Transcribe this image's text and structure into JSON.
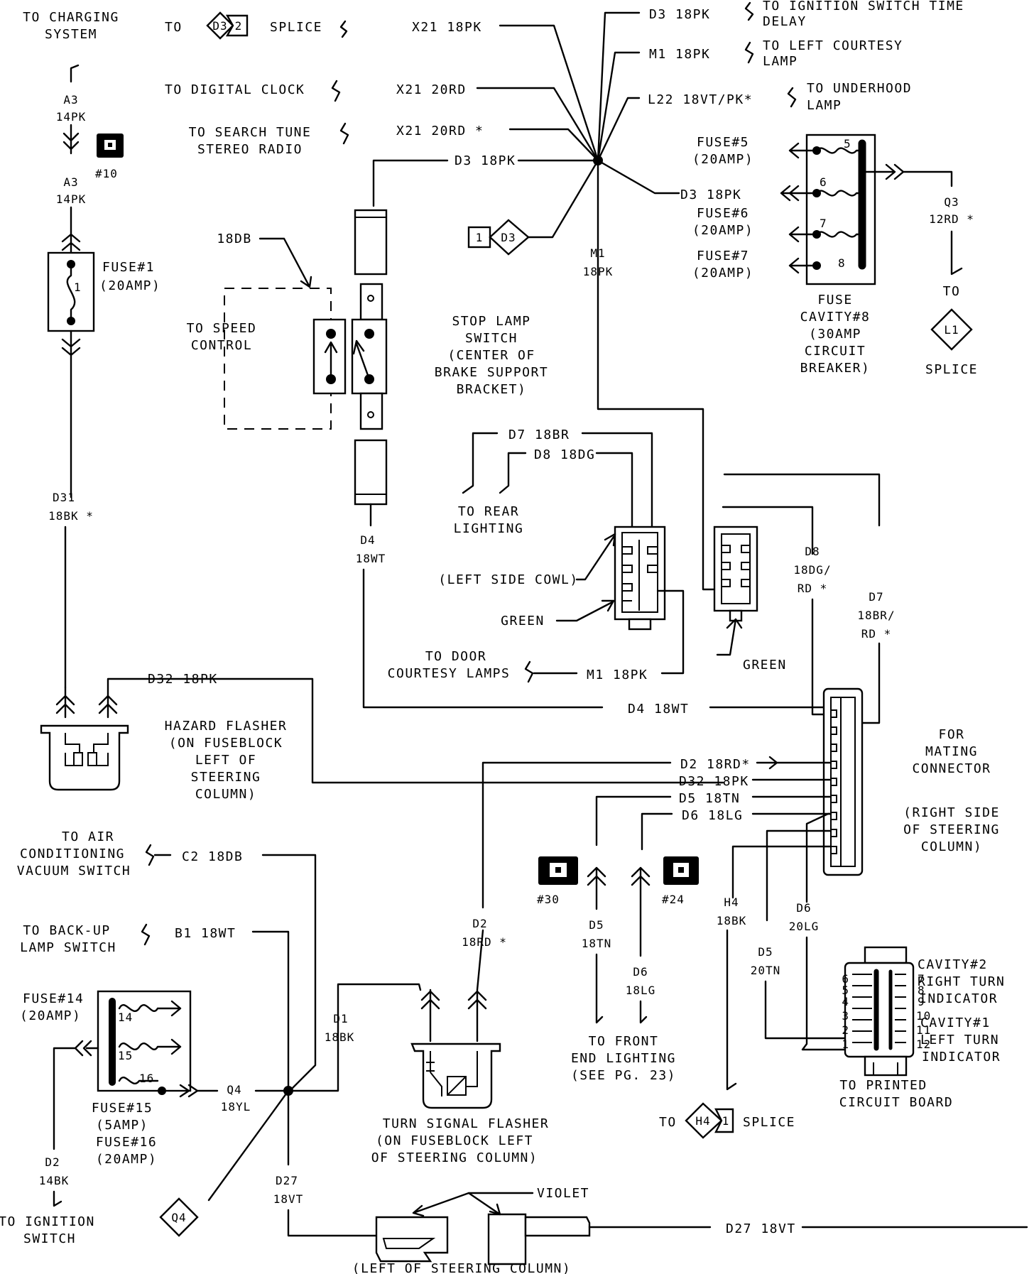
{
  "top_left": {
    "to_charging_system": [
      "TO CHARGING",
      "SYSTEM"
    ],
    "a3_top": [
      "A3",
      "14PK"
    ],
    "a3_bottom": [
      "A3",
      "14PK"
    ],
    "connector_10": "#10",
    "fuse1": [
      "FUSE#1",
      "(20AMP)"
    ],
    "fuse1_num": "1",
    "d31": [
      "D31",
      "18BK *"
    ]
  },
  "splice_d3": {
    "to": "TO",
    "diamond": "D3",
    "pin": "2",
    "splice_label": "SPLICE",
    "x21_18pk": "X21 18PK",
    "to_digital_clock": "TO DIGITAL CLOCK",
    "x21_20rd_a": "X21 20RD",
    "to_search_tune": [
      "TO SEARCH TUNE",
      "STEREO RADIO"
    ],
    "x21_20rd_b": "X21 20RD  *",
    "d3_18pk_left": "D3 18PK",
    "d3_18pk_top": "D3 18PK",
    "to_ignition_switch_time_delay": [
      "TO IGNITION SWITCH TIME",
      "DELAY"
    ],
    "m1_18pk_top": "M1 18PK",
    "to_left_courtesy_lamp": [
      "TO LEFT COURTESY",
      "LAMP"
    ],
    "l22": "L22 18VT/PK*",
    "to_underhood_lamp": [
      "TO UNDERHOOD",
      "LAMP"
    ],
    "d3_18pk_right": "D3 18PK",
    "d3_small_box": "1",
    "d3_small_diamond": "D3",
    "m1_18pk_vertical": [
      "M1",
      "18PK"
    ]
  },
  "fuse_cavity8": {
    "fuse5": [
      "FUSE#5",
      "(20AMP)"
    ],
    "fuse6": [
      "FUSE#6",
      "(20AMP)"
    ],
    "fuse7": [
      "FUSE#7",
      "(20AMP)"
    ],
    "nums": [
      "5",
      "6",
      "7",
      "8"
    ],
    "title": [
      "FUSE",
      "CAVITY#8",
      "(30AMP",
      "CIRCUIT",
      "BREAKER)"
    ],
    "q3": [
      "Q3",
      "12RD *"
    ],
    "to": "TO",
    "l1": "L1",
    "splice": "SPLICE"
  },
  "stop_lamp": {
    "l18db": "18DB",
    "to_speed_control": [
      "TO SPEED",
      "CONTROL"
    ],
    "title": [
      "STOP LAMP",
      "SWITCH",
      "(CENTER OF",
      "BRAKE SUPPORT",
      "BRACKET)"
    ],
    "d4": [
      "D4",
      "18WT"
    ]
  },
  "mid": {
    "d7_18br": "D7 18BR",
    "d8_18dg": "D8 18DG",
    "to_rear_lighting": [
      "TO REAR",
      "LIGHTING"
    ],
    "left_side_cowl": "(LEFT SIDE COWL)",
    "green_left": "GREEN",
    "green_right": "GREEN",
    "to_door_courtesy": [
      "TO DOOR",
      "COURTESY LAMPS"
    ],
    "m1_18pk_door": "M1 18PK",
    "d8_right": [
      "D8",
      "18DG/",
      "RD *"
    ],
    "d7_right": [
      "D7",
      "18BR/",
      "RD *"
    ],
    "d4_18wt": "D4 18WT",
    "d32_18pk": "D32 18PK"
  },
  "hazard": {
    "title": [
      "HAZARD FLASHER",
      "(ON FUSEBLOCK",
      "LEFT OF",
      "STEERING",
      "COLUMN)"
    ]
  },
  "mating": {
    "d2_18rd": "D2 18RD*",
    "d32_18pk": "D32 18PK",
    "d5_18tn": "D5 18TN",
    "d6_18lg": "D6 18LG",
    "for_mating": [
      "FOR",
      "MATING",
      "CONNECTOR"
    ],
    "right_side": [
      "(RIGHT SIDE",
      "OF STEERING",
      "COLUMN)"
    ],
    "h4": [
      "H4",
      "18BK"
    ],
    "d6_20lg": [
      "D6",
      "20LG"
    ],
    "d5_20tn": [
      "D5",
      "20TN"
    ],
    "conn30": "#30",
    "conn24": "#24",
    "d5_18tn_v": [
      "D5",
      "18TN"
    ],
    "d6_18lg_v": [
      "D6",
      "18LG"
    ],
    "to_front_end": [
      "TO FRONT",
      "END LIGHTING",
      "(SEE PG. 23)"
    ],
    "to": "TO",
    "h4_diamond": "H4",
    "h4_pin": "1",
    "splice": "SPLICE"
  },
  "pcb": {
    "cavity2": [
      "CAVITY#2",
      "RIGHT TURN",
      "INDICATOR"
    ],
    "cavity1": [
      "CAVITY#1",
      "LEFT TURN",
      "INDICATOR"
    ],
    "left_nums": [
      "6",
      "5",
      "4",
      "3",
      "2",
      "1"
    ],
    "right_nums": [
      "7",
      "8",
      "9",
      "10",
      "11",
      "12"
    ],
    "to_pcb": [
      "TO PRINTED",
      "CIRCUIT BOARD"
    ]
  },
  "bottom": {
    "to_ac": [
      "TO AIR",
      "CONDITIONING",
      "VACUUM SWITCH"
    ],
    "c2_18db": "C2 18DB",
    "to_backup": [
      "TO BACK-UP",
      "LAMP SWITCH"
    ],
    "b1_18wt": "B1 18WT",
    "fuse14": [
      "FUSE#14",
      "(20AMP)"
    ],
    "fuse_nums": [
      "14",
      "15",
      "16"
    ],
    "fuse15_16": [
      "FUSE#15",
      "(5AMP)",
      "FUSE#16",
      "(20AMP)"
    ],
    "q4": [
      "Q4",
      "18YL"
    ],
    "d1": [
      "D1",
      "18BK"
    ],
    "d2_vert": [
      "D2",
      "18RD *"
    ],
    "d2_left": [
      "D2",
      "14BK"
    ],
    "to_ignition_switch": [
      "TO IGNITION",
      "SWITCH"
    ],
    "q4_diamond": "Q4",
    "d27": [
      "D27",
      "18VT"
    ],
    "turn_flasher": [
      "TURN SIGNAL FLASHER",
      "(ON FUSEBLOCK LEFT",
      "OF STEERING COLUMN)"
    ],
    "violet": "VIOLET",
    "d27_right": "D27 18VT",
    "left_of_steering": "(LEFT OF STEERING COLUMN)"
  }
}
